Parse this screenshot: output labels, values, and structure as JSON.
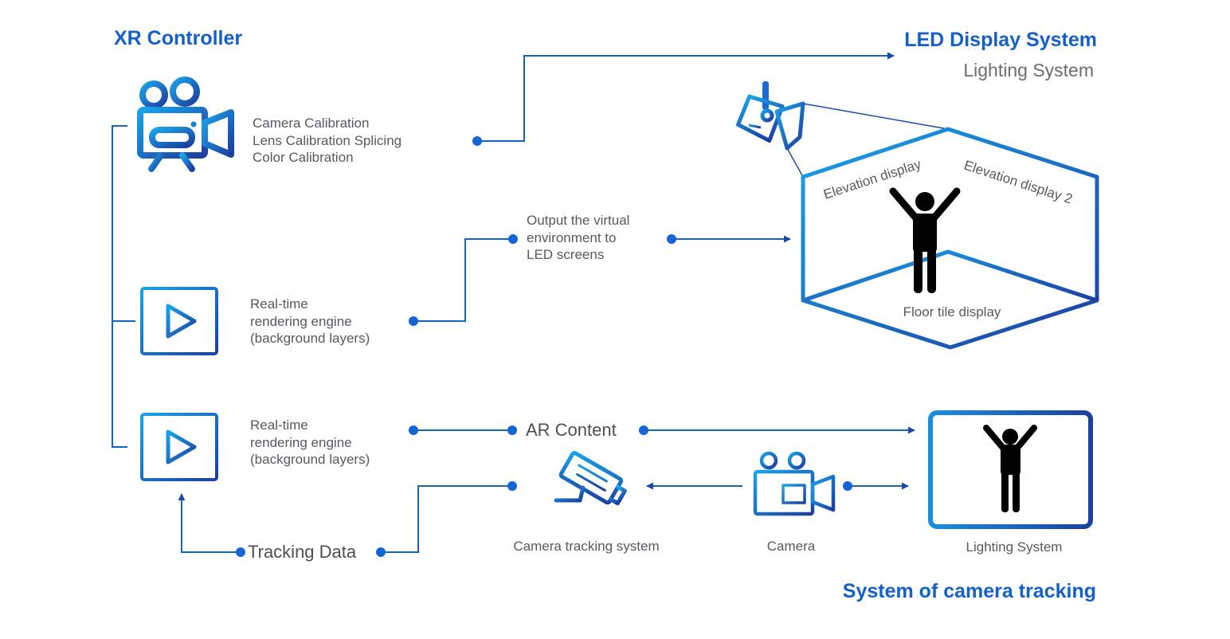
{
  "titles": {
    "xr_controller": "XR Controller",
    "led_display_system": "LED Display System",
    "lighting_system_top": "Lighting System",
    "camera_tracking_system_title": "System of camera tracking"
  },
  "calibration": {
    "line1": "Camera Calibration",
    "line2": "Lens Calibration Splicing",
    "line3": "Color Calibration"
  },
  "engine_top": {
    "line1": "Real-time",
    "line2": "rendering engine",
    "line3": "(background layers)"
  },
  "engine_bottom": {
    "line1": "Real-time",
    "line2": "rendering engine",
    "line3": "(background layers)"
  },
  "output": {
    "line1": "Output the virtual",
    "line2": "environment to",
    "line3": "LED screens"
  },
  "stage": {
    "elevation_left": "Elevation display",
    "elevation_right": "Elevation display 2",
    "floor": "Floor tile display"
  },
  "ar_content": "AR Content",
  "tracking_data": "Tracking Data",
  "bottom_labels": {
    "camera_tracking_system": "Camera tracking system",
    "camera": "Camera",
    "lighting_system": "Lighting System"
  },
  "colors": {
    "brand_blue": "#1560c8",
    "gradient_start": "#1aa3e8",
    "gradient_end": "#1d3fa0",
    "figure": "#000000"
  },
  "icons": [
    "video-camera-icon",
    "play-icon",
    "spotlight-icon",
    "cctv-camera-icon",
    "person-icon",
    "arrow-icon"
  ]
}
